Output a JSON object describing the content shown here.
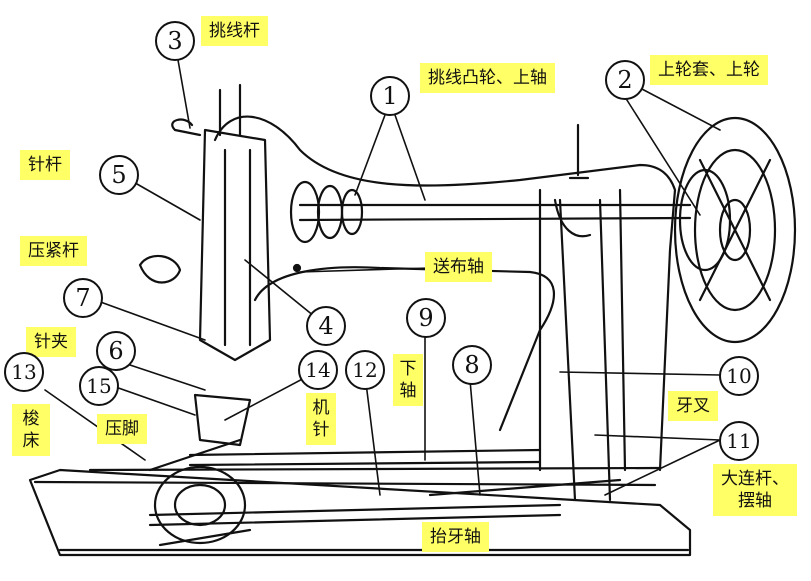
{
  "labels": {
    "thread_takeup_lever": "挑线杆",
    "takeup_cam_upper_shaft": "挑线凸轮、上轴",
    "upper_wheel_sleeve": "上轮套、上轮",
    "needle_bar": "针杆",
    "presser_bar": "压紧杆",
    "feed_shaft": "送布轴",
    "needle_clamp": "针夹",
    "presser_foot": "压脚",
    "shuttle_bed": "梭床",
    "lower_shaft": "下轴",
    "machine_needle": "机针",
    "feed_fork": "牙叉",
    "crank_rocker": "大连杆、摆轴",
    "feed_lift_shaft": "抬牙轴"
  },
  "numbers": [
    "1",
    "2",
    "3",
    "4",
    "5",
    "6",
    "7",
    "8",
    "9",
    "10",
    "11",
    "12",
    "13",
    "14",
    "15"
  ],
  "colors": {
    "label_bg": "#ffff66",
    "ink": "#111111"
  }
}
